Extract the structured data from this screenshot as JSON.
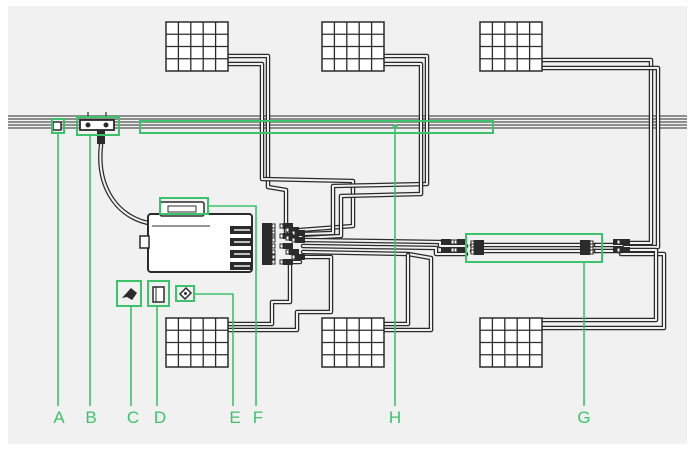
{
  "accent_color": "#3cc26a",
  "line_color": "#2b2b2b",
  "background_color": "#f1f1f1",
  "components": {
    "a": "A",
    "b": "B",
    "c": "C",
    "d": "D",
    "e": "E",
    "f": "F",
    "h": "H",
    "g": "G"
  },
  "icons": {
    "panel": "solar-panel-icon",
    "inverter": "microinverter-icon",
    "connector": "dc-connector-icon"
  }
}
